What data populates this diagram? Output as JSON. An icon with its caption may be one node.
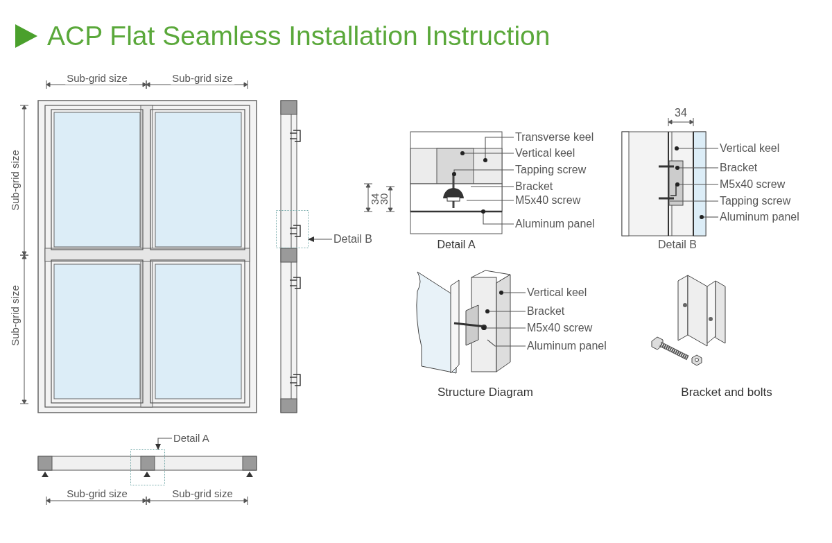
{
  "diagram": {
    "title": "ACP Flat Seamless Installation Instruction",
    "nodes": [
      {
        "text": [
          "Transverse keel"
        ]
      },
      {
        "text": [
          "Vertical keel"
        ]
      },
      {
        "text": [
          "Tapping screw"
        ]
      },
      {
        "text": [
          "Bracket"
        ]
      },
      {
        "text": [
          "M5x40 screw"
        ]
      },
      {
        "text": [
          "Aluminum panel"
        ]
      },
      {
        "text": [
          "Vertical keel"
        ]
      },
      {
        "text": [
          "Bracket"
        ]
      },
      {
        "text": [
          "M5x40 screw"
        ]
      },
      {
        "text": [
          "Tapping screw"
        ]
      },
      {
        "text": [
          "Aluminum panel"
        ]
      },
      {
        "text": [
          "Vertical keel"
        ]
      },
      {
        "text": [
          "Bracket"
        ]
      },
      {
        "text": [
          "M5x40 screw"
        ]
      },
      {
        "text": [
          "Aluminum panel"
        ]
      },
      {
        "text": [
          "Detail B"
        ]
      },
      {
        "text": [
          "Detail A"
        ]
      },
      {
        "text": [],
        "shape": "box"
      },
      {
        "text": [],
        "shape": "box"
      }
    ],
    "edges": [
      {
        "from": 0,
        "to": null,
        "arrow": "other"
      },
      {
        "from": 1,
        "to": null,
        "arrow": "other"
      },
      {
        "from": 2,
        "to": null,
        "arrow": "other"
      },
      {
        "from": 3,
        "to": null,
        "arrow": "none"
      },
      {
        "from": 4,
        "to": null,
        "arrow": "none"
      },
      {
        "from": 5,
        "to": null,
        "arrow": "other"
      },
      {
        "from": 6,
        "to": null,
        "arrow": "other"
      },
      {
        "from": 7,
        "to": null,
        "arrow": "other"
      },
      {
        "from": 8,
        "to": null,
        "arrow": "other"
      },
      {
        "from": 9,
        "to": null,
        "arrow": "none"
      },
      {
        "from": 10,
        "to": null,
        "arrow": "other"
      },
      {
        "from": 11,
        "to": null,
        "arrow": "other"
      },
      {
        "from": 12,
        "to": null,
        "arrow": "other"
      },
      {
        "from": 13,
        "to": null,
        "arrow": "other"
      },
      {
        "from": 14,
        "to": null,
        "arrow": "none"
      },
      {
        "from": 15,
        "to": 17,
        "arrow": "to"
      },
      {
        "from": 16,
        "to": 18,
        "arrow": "to"
      }
    ],
    "labels": [
      "Sub-grid size",
      "Sub-grid size",
      "Sub-grid size",
      "34",
      "34",
      "30",
      "Sub-grid size",
      "Detail A",
      "Detail B",
      "Structure Diagram",
      "Bracket and bolts",
      "Sub-grid size",
      "Sub-grid size"
    ]
  }
}
